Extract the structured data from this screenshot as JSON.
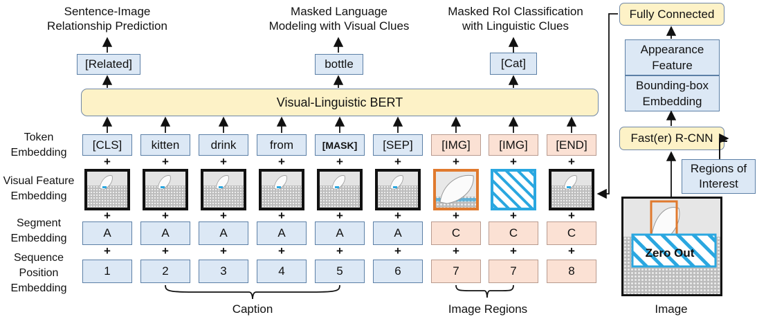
{
  "outputs": {
    "left_title": [
      "Sentence-Image",
      "Relationship Prediction"
    ],
    "mid_title": [
      "Masked Language",
      "Modeling with Visual Clues"
    ],
    "right_title": [
      "Masked RoI Classification",
      "with Linguistic Clues"
    ],
    "left_box": "[Related]",
    "mid_box": "bottle",
    "right_box": "[Cat]"
  },
  "bert_label": "Visual-Linguistic BERT",
  "row_labels": {
    "token": [
      "Token",
      "Embedding"
    ],
    "visual": [
      "Visual Feature",
      "Embedding"
    ],
    "segment": [
      "Segment",
      "Embedding"
    ],
    "position": [
      "Sequence",
      "Position",
      "Embedding"
    ]
  },
  "columns": [
    {
      "token": "[CLS]",
      "segment": "A",
      "position": "1",
      "kind": "text",
      "visual": "image"
    },
    {
      "token": "kitten",
      "segment": "A",
      "position": "2",
      "kind": "text",
      "visual": "image"
    },
    {
      "token": "drink",
      "segment": "A",
      "position": "3",
      "kind": "text",
      "visual": "image"
    },
    {
      "token": "from",
      "segment": "A",
      "position": "4",
      "kind": "text",
      "visual": "image"
    },
    {
      "token": "[MASK]",
      "segment": "A",
      "position": "5",
      "kind": "text",
      "visual": "image",
      "bold": true
    },
    {
      "token": "[SEP]",
      "segment": "A",
      "position": "6",
      "kind": "text",
      "visual": "image"
    },
    {
      "token": "[IMG]",
      "segment": "C",
      "position": "7",
      "kind": "region",
      "visual": "roi-crop"
    },
    {
      "token": "[IMG]",
      "segment": "C",
      "position": "7",
      "kind": "region",
      "visual": "zeroed"
    },
    {
      "token": "[END]",
      "segment": "C",
      "position": "8",
      "kind": "region",
      "visual": "image"
    }
  ],
  "plus_sign": "+",
  "brackets": {
    "caption": "Caption",
    "regions": "Image Regions"
  },
  "right_panel": {
    "fully_connected": "Fully Connected",
    "appearance": [
      "Appearance",
      "Feature"
    ],
    "bbox": [
      "Bounding-box",
      "Embedding"
    ],
    "rcnn": "Fast(er) R-CNN",
    "roi": [
      "Regions of",
      "Interest"
    ],
    "zero_out": "Zero Out",
    "image_label": "Image"
  },
  "colors": {
    "blue_fill": "#dce8f5",
    "pink_fill": "#fbe1d4",
    "yellow_fill": "#fdf2c7",
    "roi_orange": "#e07a2e",
    "zero_blue": "#2aa7e0"
  }
}
